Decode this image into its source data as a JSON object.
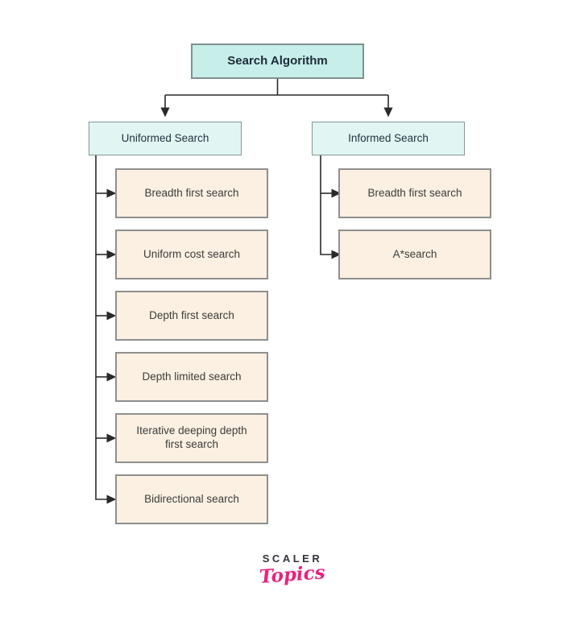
{
  "page": {
    "background_color": "#ffffff"
  },
  "diagram": {
    "root": {
      "label": "Search Algorithm",
      "fill": "#c7eee9",
      "border": "#7f918e",
      "text_color": "#1c2b39"
    },
    "branches": [
      {
        "label": "Uniformed Search",
        "fill": "#e1f6f3",
        "border": "#839595",
        "children": [
          {
            "label": "Breadth first search"
          },
          {
            "label": "Uniform cost search"
          },
          {
            "label": "Depth first search"
          },
          {
            "label": "Depth limited search"
          },
          {
            "label": "Iterative deeping depth first search"
          },
          {
            "label": "Bidirectional search"
          }
        ]
      },
      {
        "label": "Informed Search",
        "fill": "#e1f6f3",
        "border": "#839595",
        "children": [
          {
            "label": "Breadth first search"
          },
          {
            "label": "A*search"
          }
        ]
      }
    ],
    "leaf_style": {
      "fill": "#fbf0e1",
      "border": "#8f8f8f",
      "text_color": "#3c3c3c"
    },
    "connector_color": "#2a2a2a"
  },
  "footer_logo": {
    "brand": "SCALER",
    "sub_brand": "Topics",
    "brand_color": "#33333d",
    "sub_brand_color": "#e9237c"
  }
}
